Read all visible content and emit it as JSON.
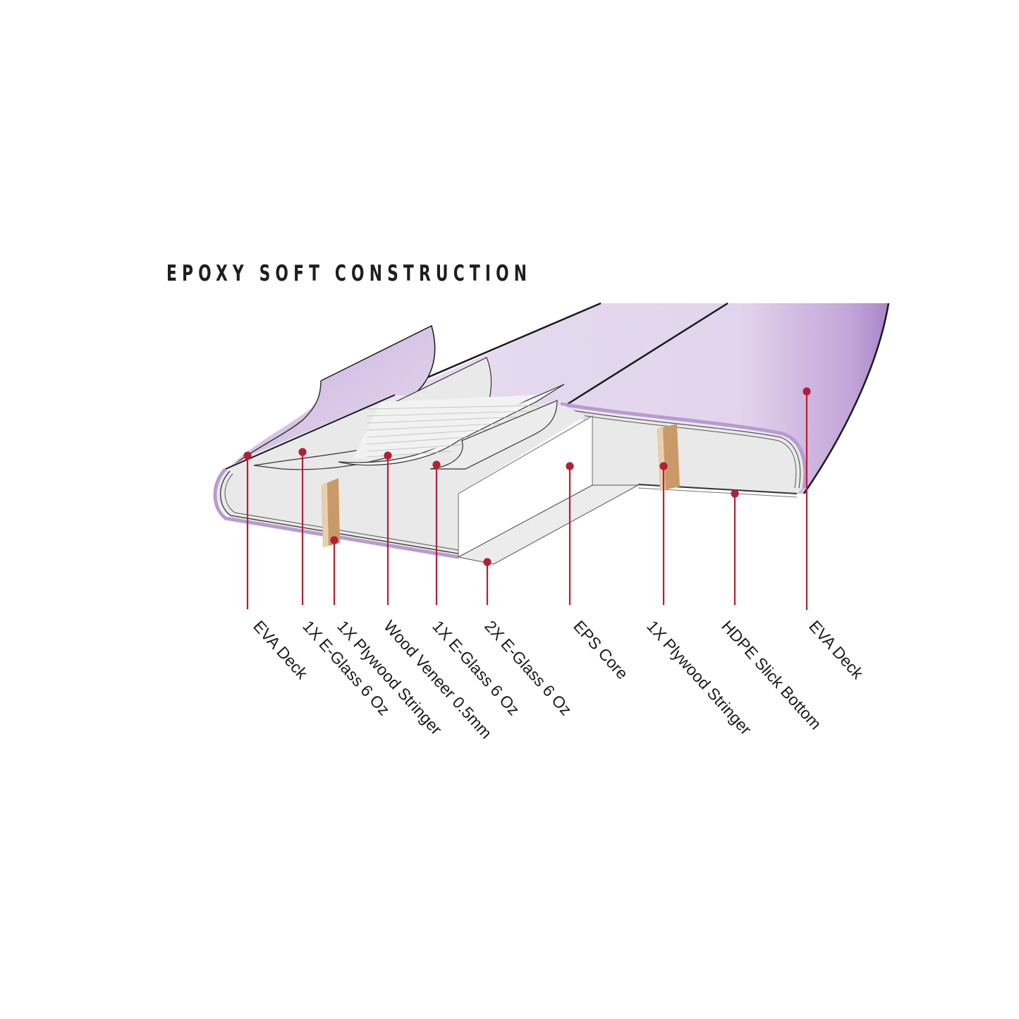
{
  "title": "EPOXY SOFT CONSTRUCTION",
  "colors": {
    "eva_deck": "#e3d7ec",
    "eva_deck_shade": "#b493cf",
    "core": "#e9e9e9",
    "plywood": "#c99a68",
    "plywood_light": "#e6c9a2",
    "callout": "#b51f35",
    "outline": "#1a1a1a"
  },
  "callouts": [
    {
      "label": "EVA Deck",
      "dot": [
        351,
        646
      ]
    },
    {
      "label": "1X E-Glass 6 Oz",
      "dot": [
        429,
        641
      ]
    },
    {
      "label": "1X Plywood Stringer",
      "dot": [
        474,
        766
      ]
    },
    {
      "label": "Wood Veneer 0.5mm",
      "dot": [
        550,
        646
      ]
    },
    {
      "label": "1X E-Glass 6 Oz",
      "dot": [
        619,
        659
      ]
    },
    {
      "label": "2X E-Glass 6 Oz",
      "dot": [
        691,
        797
      ]
    },
    {
      "label": "EPS Core",
      "dot": [
        808,
        661
      ]
    },
    {
      "label": "1X Plywood Stringer",
      "dot": [
        941,
        661
      ]
    },
    {
      "label": "HDPE Slick Bottom",
      "dot": [
        1042,
        700
      ]
    },
    {
      "label": "EVA Deck",
      "dot": [
        1144,
        555
      ]
    }
  ]
}
